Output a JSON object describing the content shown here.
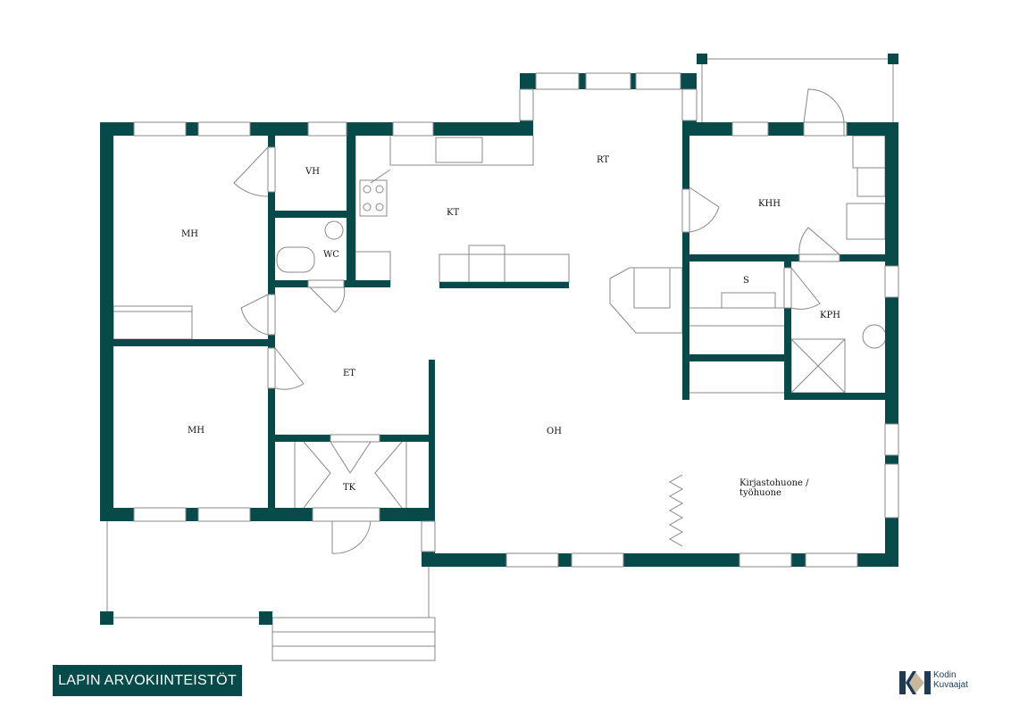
{
  "colors": {
    "wall": "#074a4a",
    "line": "#777777",
    "logo_navy": "#1e3b55",
    "logo_tan": "#c7b79b"
  },
  "rooms": {
    "mh1": "MH",
    "vh": "VH",
    "wc": "WC",
    "kt": "KT",
    "rt": "RT",
    "khh": "KHH",
    "s": "S",
    "kph": "KPH",
    "et": "ET",
    "mh2": "MH",
    "oh": "OH",
    "tk": "TK",
    "kirjasto_line1": "Kirjastohuone /",
    "kirjasto_line2": "työhuone"
  },
  "branding": {
    "agency": "LAPIN ARVOKIINTEISTÖT",
    "photographer_line1": "Kodin",
    "photographer_line2": "Kuvaajat"
  }
}
